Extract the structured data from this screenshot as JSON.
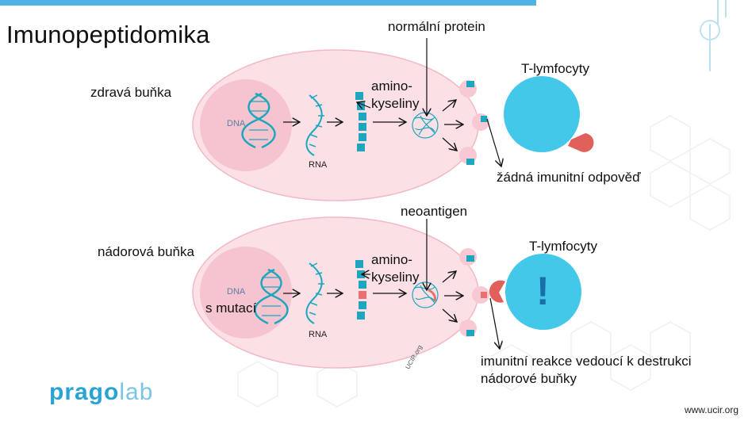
{
  "title": "Imunopeptidomika",
  "healthy": {
    "cell_label": "zdravá buňka",
    "dna": "DNA",
    "rna": "RNA",
    "amino": [
      "amino-",
      "kyseliny"
    ],
    "protein_label": "normální protein",
    "tcell_label": "T-lymfocyty",
    "response": "žádná imunitní odpověď"
  },
  "tumor": {
    "cell_label": "nádorová buňka",
    "dna": "DNA",
    "mutation": "s mutací",
    "rna": "RNA",
    "amino": [
      "amino-",
      "kyseliny"
    ],
    "antigen_label": "neoantigen",
    "tcell_label": "T-lymfocyty",
    "response": [
      "imunitní reakce vedoucí k destrukci",
      "nádorové buňky"
    ],
    "exclaim": "!",
    "watermark": "UCIR.org"
  },
  "logo": {
    "part1": "prago",
    "part2": "lab"
  },
  "footer": "www.ucir.org",
  "colors": {
    "cell": "#fbe1e6",
    "nucleus": "#f6c4cf",
    "dna": "#1fa6bf",
    "tcell": "#44c8ea",
    "receptor": "#e2605a",
    "mutation": "#e8706f",
    "accent": "#4fb3e3"
  }
}
